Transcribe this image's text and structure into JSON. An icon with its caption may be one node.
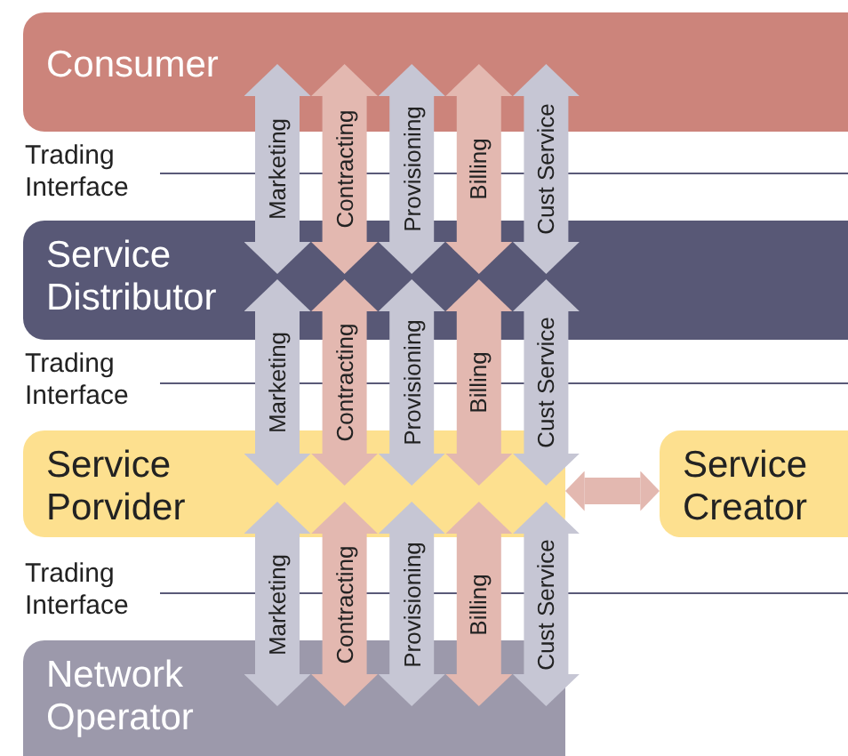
{
  "diagram": {
    "nodes": [
      {
        "text": [
          "Consumer"
        ]
      },
      {
        "text": [
          "Service Distributor"
        ]
      },
      {
        "text": [
          "Service Porvider"
        ]
      },
      {
        "text": [
          "Service Creator"
        ]
      },
      {
        "text": [
          "Network Operator"
        ]
      }
    ],
    "edges": [
      {
        "from": 0,
        "to": 1,
        "arrow": "both",
        "label": "Marketing"
      },
      {
        "from": 0,
        "to": 1,
        "arrow": "both",
        "label": "Contracting",
        "color": "#e3b8b0"
      },
      {
        "from": 0,
        "to": 1,
        "arrow": "both",
        "label": "Provisioning"
      },
      {
        "from": 0,
        "to": 1,
        "arrow": "both",
        "label": "Billing",
        "color": "#e3b8b0"
      },
      {
        "from": 0,
        "to": 1,
        "arrow": "both",
        "label": "Cust Service"
      },
      {
        "from": 1,
        "to": 2,
        "arrow": "both",
        "label": "Marketing"
      },
      {
        "from": 1,
        "to": 2,
        "arrow": "both",
        "label": "Contracting",
        "color": "#e3b8b0"
      },
      {
        "from": 1,
        "to": 2,
        "arrow": "both",
        "label": "Provisioning"
      },
      {
        "from": 1,
        "to": 2,
        "arrow": "both",
        "label": "Billing",
        "color": "#e3b8b0"
      },
      {
        "from": 1,
        "to": 2,
        "arrow": "both",
        "label": "Cust Service"
      },
      {
        "from": 2,
        "to": 4,
        "arrow": "both",
        "label": "Marketing"
      },
      {
        "from": 2,
        "to": 4,
        "arrow": "both",
        "label": "Contracting",
        "color": "#e3b8b0"
      },
      {
        "from": 2,
        "to": 4,
        "arrow": "both",
        "label": "Provisioning"
      },
      {
        "from": 2,
        "to": 4,
        "arrow": "both",
        "label": "Billing",
        "color": "#e3b8b0"
      },
      {
        "from": 2,
        "to": 4,
        "arrow": "both",
        "label": "Cust Service"
      },
      {
        "from": 2,
        "to": 3,
        "arrow": "both",
        "color": "#e3b8b0"
      }
    ],
    "labels": [
      "Trading Interface",
      "Trading Interface",
      "Trading Interface"
    ]
  }
}
